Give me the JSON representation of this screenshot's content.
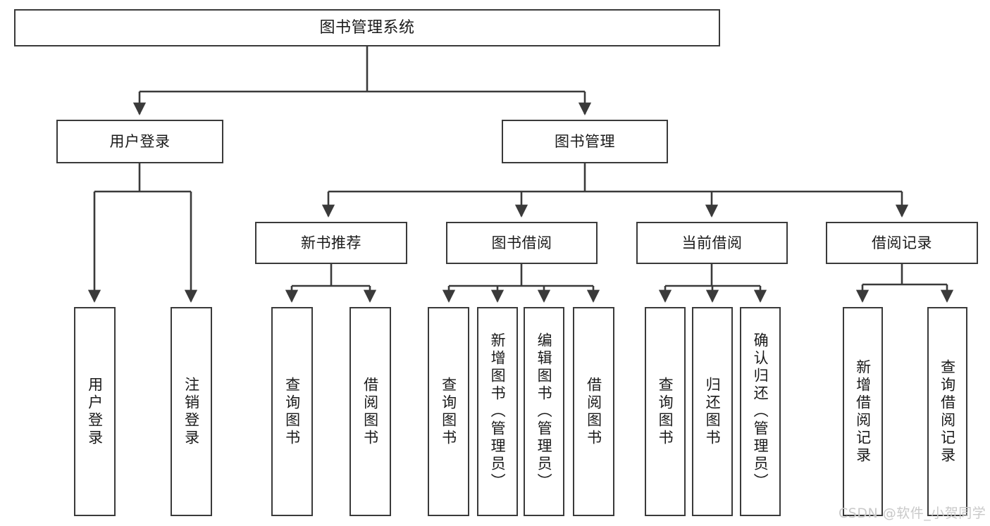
{
  "diagram": {
    "title": "图书管理系统",
    "type": "tree-hierarchy",
    "stroke_color": "#3a3a3a",
    "text_color": "#1a1a1a",
    "background_color": "#ffffff"
  },
  "nodes": {
    "root": {
      "label": "图书管理系统"
    },
    "level2": [
      {
        "label": "用户登录"
      },
      {
        "label": "图书管理"
      }
    ],
    "level3": [
      {
        "label": "新书推荐"
      },
      {
        "label": "图书借阅"
      },
      {
        "label": "当前借阅"
      },
      {
        "label": "借阅记录"
      }
    ],
    "leaves_user_login": [
      {
        "label": "用户登录"
      },
      {
        "label": "注销登录"
      }
    ],
    "leaves_new_book": [
      {
        "label": "查询图书"
      },
      {
        "label": "借阅图书"
      }
    ],
    "leaves_borrow": [
      {
        "label": "查询图书"
      },
      {
        "label": "新增图书（管理员）"
      },
      {
        "label": "编辑图书（管理员）"
      },
      {
        "label": "借阅图书"
      }
    ],
    "leaves_current": [
      {
        "label": "查询图书"
      },
      {
        "label": "归还图书"
      },
      {
        "label": "确认归还（管理员）"
      }
    ],
    "leaves_records": [
      {
        "label": "新增借阅记录"
      },
      {
        "label": "查询借阅记录"
      }
    ]
  },
  "watermark": {
    "text": "CSDN @软件_小贺同学"
  }
}
